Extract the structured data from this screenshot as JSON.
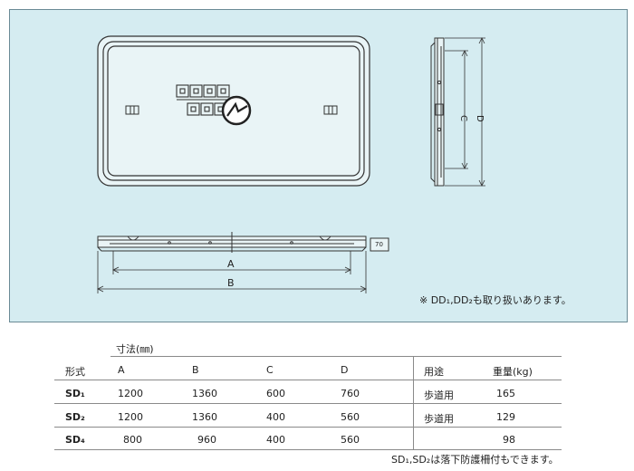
{
  "drawing": {
    "labels": {
      "A": "A",
      "B": "B",
      "C": "C",
      "D": "D",
      "thickness": "70"
    },
    "note": "※ DD₁,DD₂も取り扱いあります。"
  },
  "table": {
    "unit_label": "寸法(㎜)",
    "headers": {
      "model": "形式",
      "a": "A",
      "b": "B",
      "c": "C",
      "d": "D",
      "use": "用途",
      "weight": "重量(kg)"
    },
    "rows": [
      {
        "model": "SD₁",
        "a": "1200",
        "b": "1360",
        "c": "600",
        "d": "760",
        "use": "歩道用",
        "weight": "165"
      },
      {
        "model": "SD₂",
        "a": "1200",
        "b": "1360",
        "c": "400",
        "d": "560",
        "use": "歩道用",
        "weight": "129"
      },
      {
        "model": "SD₄",
        "a": "800",
        "b": "960",
        "c": "400",
        "d": "560",
        "use": "",
        "weight": "98"
      }
    ],
    "footnote": "SD₁,SD₂は落下防護柵付もできます。"
  },
  "colors": {
    "panel_bg": "#d5ecf1",
    "line": "#333333"
  }
}
